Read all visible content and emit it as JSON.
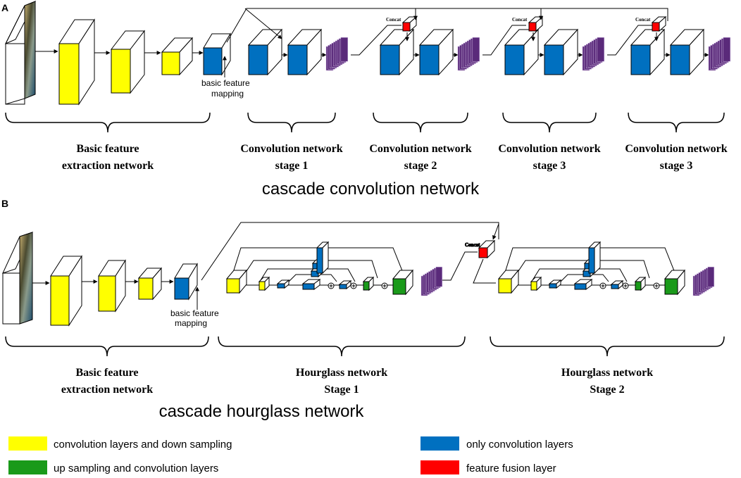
{
  "panel_a": {
    "letter": "A",
    "annotation": "basic feature mapping",
    "annotation_line1": "basic feature",
    "annotation_line2": "mapping",
    "concat_label": "Concat",
    "title": "cascade convolution network",
    "groups": [
      {
        "line1": "Basic feature",
        "line2": "extraction network"
      },
      {
        "line1": "Convolution network",
        "line2": "stage 1"
      },
      {
        "line1": "Convolution network",
        "line2": "stage 2"
      },
      {
        "line1": "Convolution network",
        "line2": "stage 3"
      },
      {
        "line1": "Convolution network",
        "line2": "stage 3"
      }
    ]
  },
  "panel_b": {
    "letter": "B",
    "annotation_line1": "basic feature",
    "annotation_line2": "mapping",
    "concat_label": "Concat",
    "title": "cascade hourglass network",
    "groups": [
      {
        "line1": "Basic feature",
        "line2": "extraction network"
      },
      {
        "line1": "Hourglass network",
        "line2": "Stage 1"
      },
      {
        "line1": "Hourglass network",
        "line2": "Stage 2"
      }
    ]
  },
  "legend": [
    {
      "label": "convolution layers and down sampling",
      "color": "#ffff00"
    },
    {
      "label": "only convolution layers",
      "color": "#0070c0"
    },
    {
      "label": "up sampling and convolution layers",
      "color": "#1a9a1a"
    },
    {
      "label": "feature fusion layer",
      "color": "#ff0000"
    }
  ],
  "colors": {
    "yellow": "#ffff00",
    "blue": "#0070c0",
    "green": "#1a9a1a",
    "red": "#ff0000",
    "purple": "#5a2a7a"
  }
}
